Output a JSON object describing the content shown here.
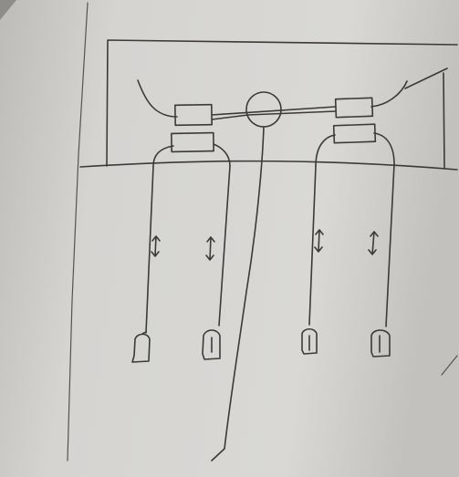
{
  "sketch": {
    "colors": {
      "paper": "#d7d6d3",
      "shadow": "#8f8d89",
      "ink": "#3b3a38"
    },
    "elements": {
      "rods": 4,
      "direction_arrows": 4,
      "top_blocks": 2,
      "bottom_blocks": 2,
      "center_pulley": 1
    }
  }
}
